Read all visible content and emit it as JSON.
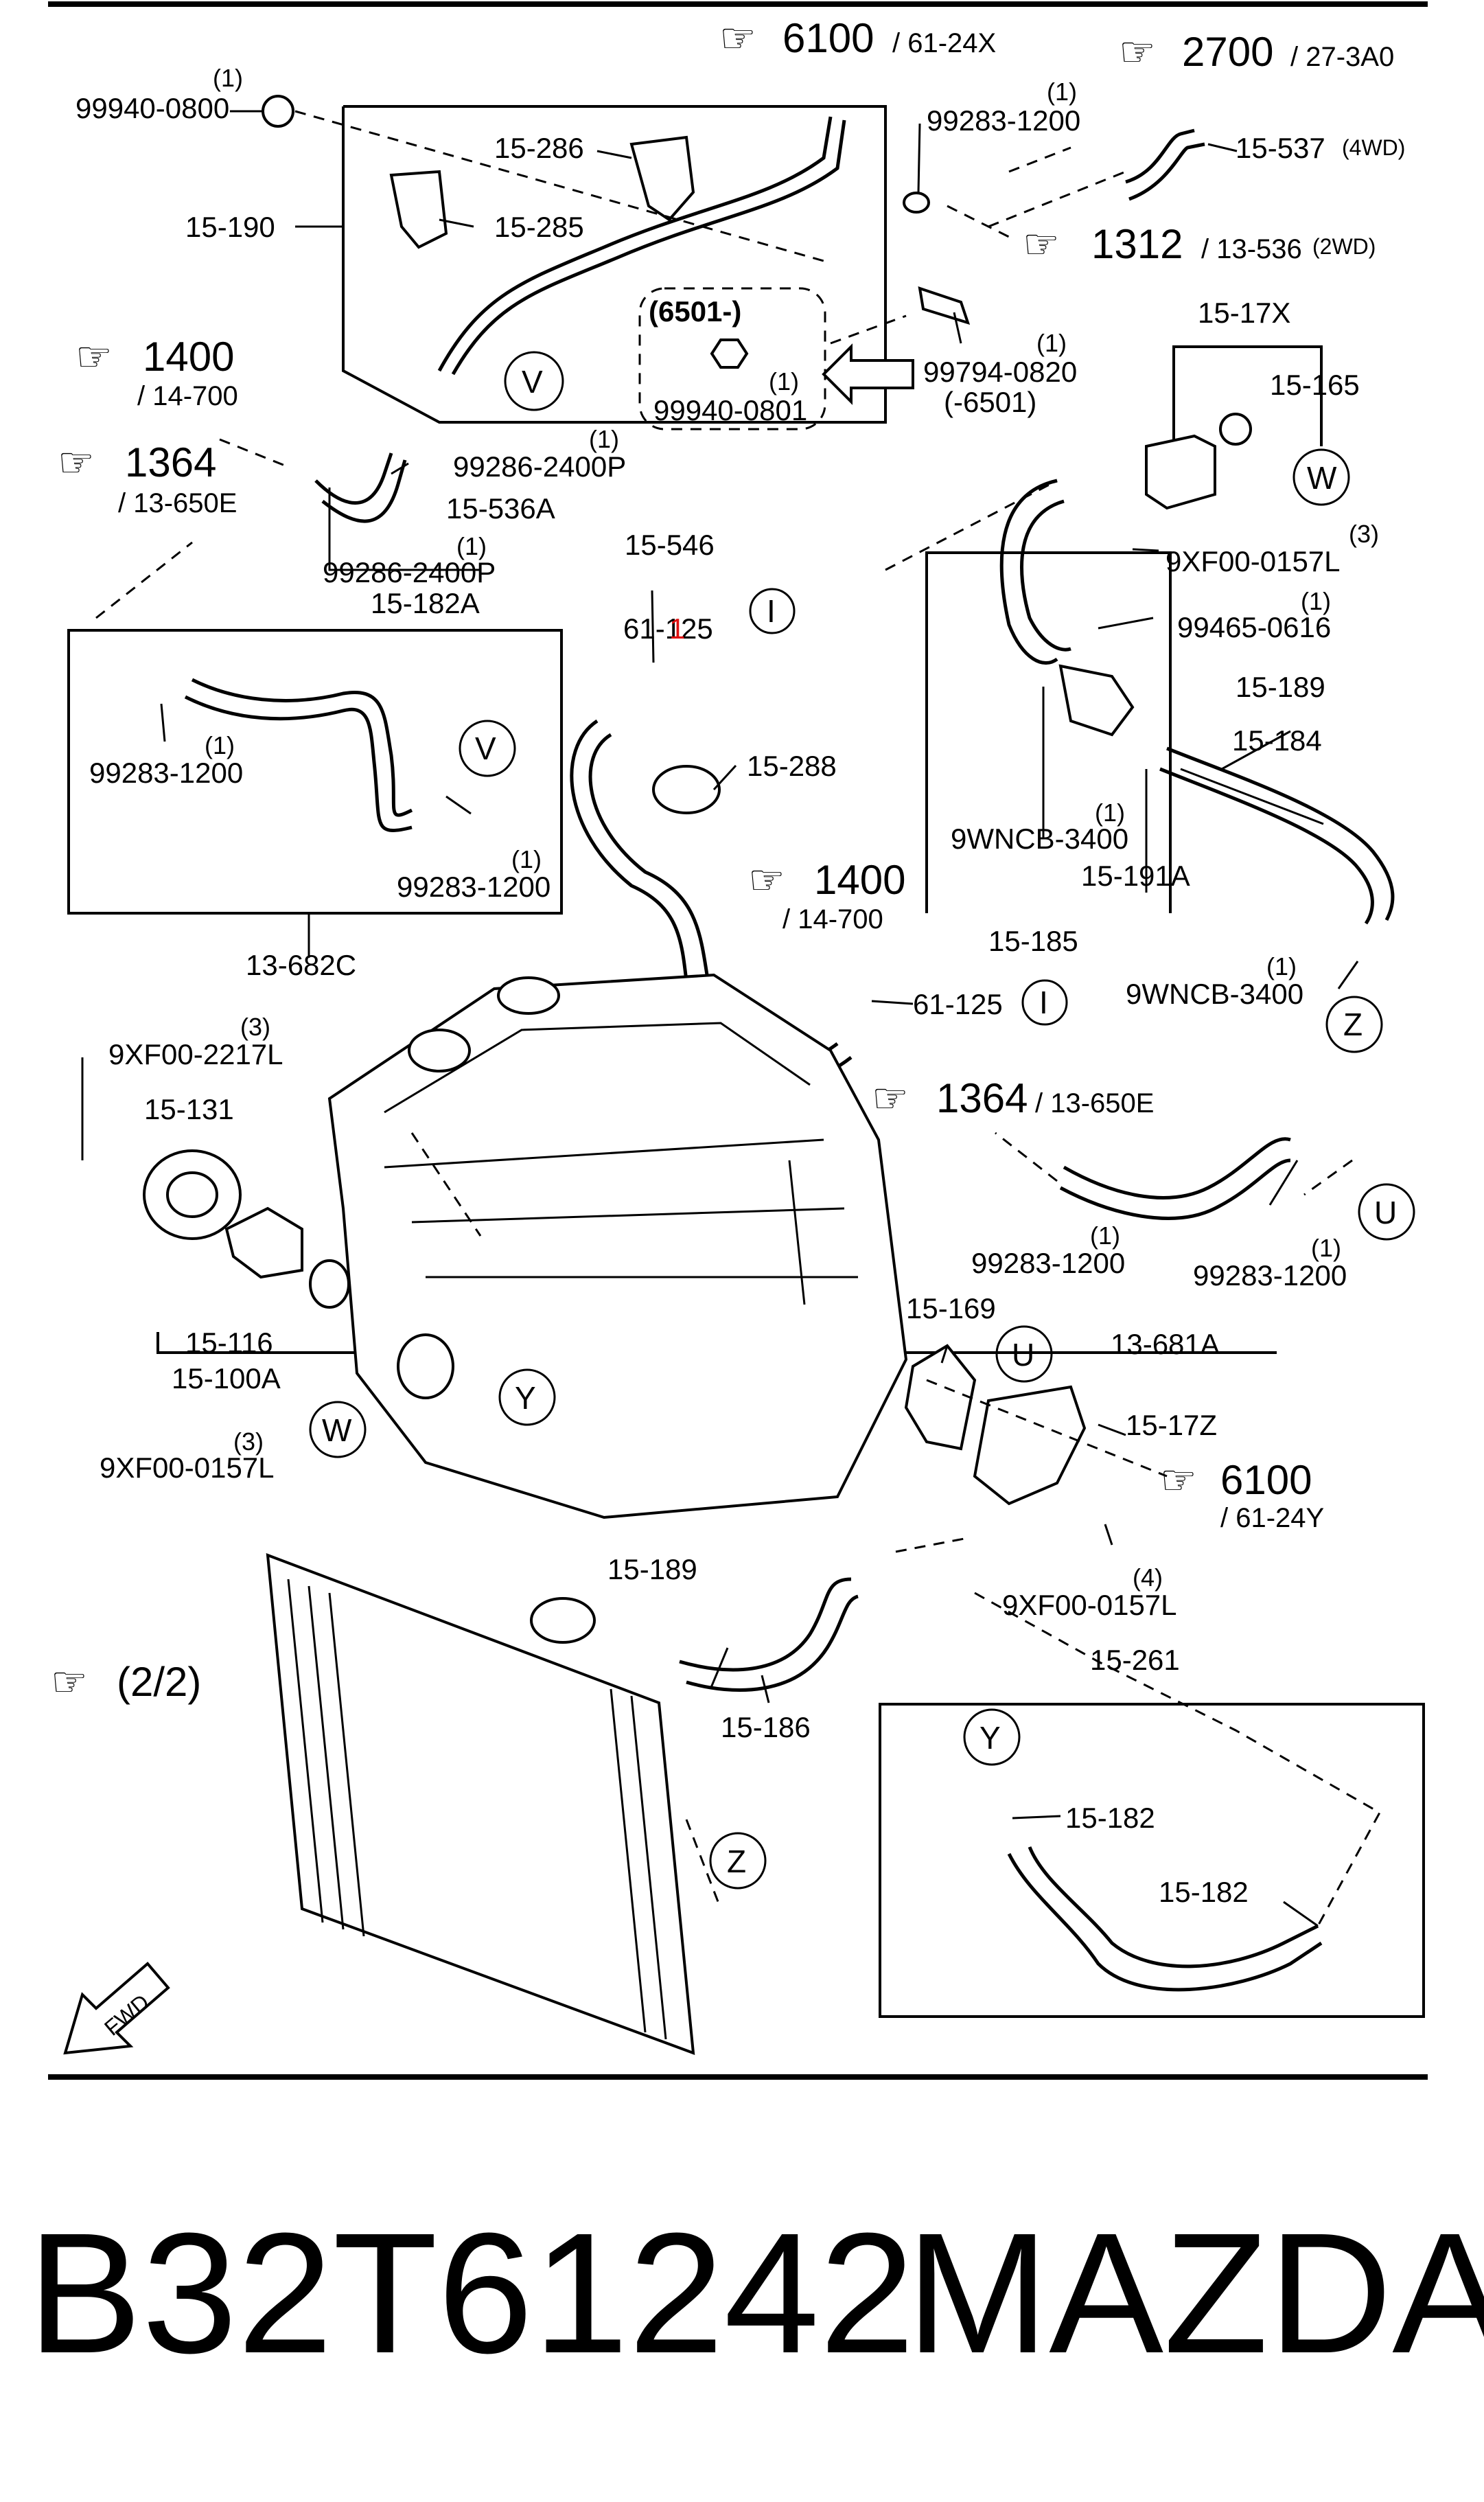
{
  "footer": {
    "part_number": "B32T61242",
    "brand": "MAZDA"
  },
  "references": [
    {
      "id": "ref-6100-top",
      "page": "6100",
      "section": "/ 61-24X"
    },
    {
      "id": "ref-2700",
      "page": "2700",
      "section": "/ 27-3A0"
    },
    {
      "id": "ref-1312",
      "page": "1312",
      "section": "/ 13-536",
      "note": "(2WD)"
    },
    {
      "id": "ref-1400-left",
      "page": "1400",
      "section": "/ 14-700"
    },
    {
      "id": "ref-1364-left",
      "page": "1364",
      "section": "/ 13-650E"
    },
    {
      "id": "ref-1400-mid",
      "page": "1400",
      "section": "/ 14-700"
    },
    {
      "id": "ref-1364-right",
      "page": "1364",
      "section": "/ 13-650E"
    },
    {
      "id": "ref-6100-bottom",
      "page": "6100",
      "section": "/ 61-24Y"
    },
    {
      "id": "ref-2-2",
      "page": "(2/2)",
      "section": ""
    }
  ],
  "parts": [
    {
      "id": "p-99940-0800",
      "code": "99940-0800",
      "qty": "(1)"
    },
    {
      "id": "p-15-286",
      "code": "15-286"
    },
    {
      "id": "p-99283-1200-a",
      "code": "99283-1200",
      "qty": "(1)"
    },
    {
      "id": "p-15-537",
      "code": "15-537",
      "note": "(4WD)"
    },
    {
      "id": "p-15-190",
      "code": "15-190"
    },
    {
      "id": "p-15-285",
      "code": "15-285"
    },
    {
      "id": "p-6501",
      "code": "(6501-)"
    },
    {
      "id": "p-99940-0801",
      "code": "99940-0801",
      "qty": "(1)"
    },
    {
      "id": "p-99794-0820",
      "code": "99794-0820",
      "qty": "(1)",
      "note": "(-6501)"
    },
    {
      "id": "p-15-17x",
      "code": "15-17X"
    },
    {
      "id": "p-15-165",
      "code": "15-165"
    },
    {
      "id": "p-99286-2400p-a",
      "code": "99286-2400P",
      "qty": "(1)"
    },
    {
      "id": "p-15-536a",
      "code": "15-536A"
    },
    {
      "id": "p-9xf00-0157l-a",
      "code": "9XF00-0157L",
      "qty": "(3)"
    },
    {
      "id": "p-99286-2400p-b",
      "code": "99286-2400P",
      "qty": "(1)"
    },
    {
      "id": "p-15-182a",
      "code": "15-182A"
    },
    {
      "id": "p-15-546",
      "code": "15-546"
    },
    {
      "id": "p-61-125-a",
      "code": "61-125"
    },
    {
      "id": "p-99465-0616",
      "code": "99465-0616",
      "qty": "(1)"
    },
    {
      "id": "p-15-189-a",
      "code": "15-189"
    },
    {
      "id": "p-15-184",
      "code": "15-184"
    },
    {
      "id": "p-99283-1200-b",
      "code": "99283-1200",
      "qty": "(1)"
    },
    {
      "id": "p-15-288",
      "code": "15-288"
    },
    {
      "id": "p-99283-1200-c",
      "code": "99283-1200",
      "qty": "(1)"
    },
    {
      "id": "p-9wncb-3400-a",
      "code": "9WNCB-3400",
      "qty": "(1)"
    },
    {
      "id": "p-15-191a",
      "code": "15-191A"
    },
    {
      "id": "p-15-185",
      "code": "15-185"
    },
    {
      "id": "p-13-682c",
      "code": "13-682C"
    },
    {
      "id": "p-9wncb-3400-b",
      "code": "9WNCB-3400",
      "qty": "(1)"
    },
    {
      "id": "p-61-125-b",
      "code": "61-125"
    },
    {
      "id": "p-9xf00-2217l",
      "code": "9XF00-2217L",
      "qty": "(3)"
    },
    {
      "id": "p-15-131",
      "code": "15-131"
    },
    {
      "id": "p-99283-1200-d",
      "code": "99283-1200",
      "qty": "(1)"
    },
    {
      "id": "p-99283-1200-e",
      "code": "99283-1200",
      "qty": "(1)"
    },
    {
      "id": "p-13-681a",
      "code": "13-681A"
    },
    {
      "id": "p-15-116",
      "code": "15-116"
    },
    {
      "id": "p-15-100a",
      "code": "15-100A"
    },
    {
      "id": "p-15-169",
      "code": "15-169"
    },
    {
      "id": "p-15-17z",
      "code": "15-17Z"
    },
    {
      "id": "p-9xf00-0157l-b",
      "code": "9XF00-0157L",
      "qty": "(3)"
    },
    {
      "id": "p-9xf00-0157l-c",
      "code": "9XF00-0157L",
      "qty": "(4)"
    },
    {
      "id": "p-15-189-b",
      "code": "15-189"
    },
    {
      "id": "p-15-186",
      "code": "15-186"
    },
    {
      "id": "p-15-261",
      "code": "15-261"
    },
    {
      "id": "p-15-182-a",
      "code": "15-182"
    },
    {
      "id": "p-15-182-b",
      "code": "15-182"
    }
  ],
  "markers": [
    "V",
    "W",
    "I",
    "U",
    "Y",
    "Z"
  ],
  "highlight_char": "1",
  "fwd_label": "FWD",
  "colors": {
    "ink": "#000000",
    "paper": "#ffffff",
    "highlight": "#e01010"
  }
}
